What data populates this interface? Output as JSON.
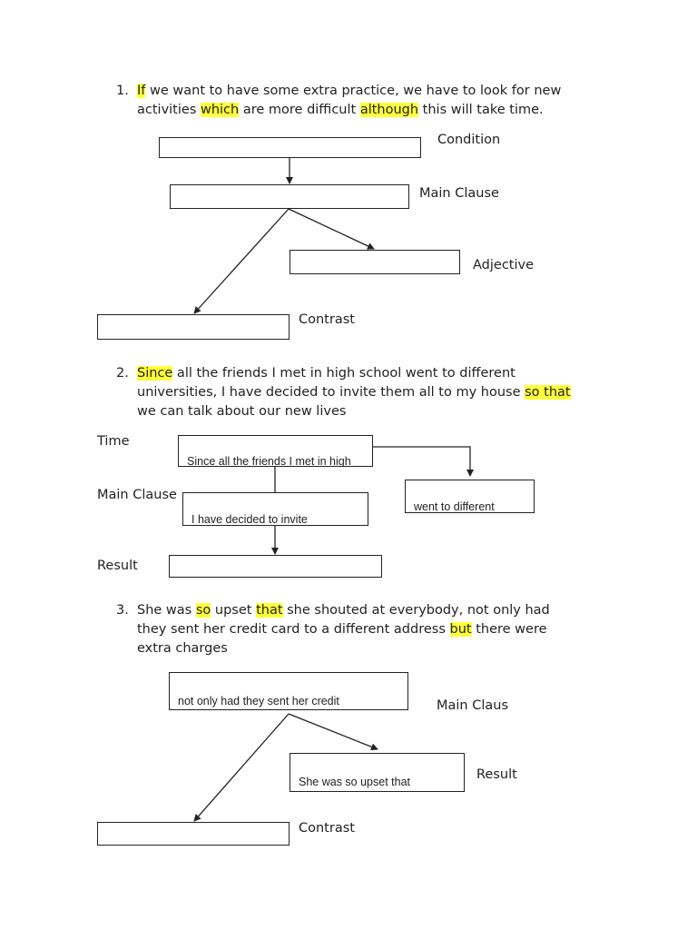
{
  "items": [
    {
      "number": "1.",
      "line1": {
        "hl1": "If",
        "t1": " we want to have some extra practice, we have to look for new"
      },
      "line2": {
        "t1": "activities ",
        "hl1": "which",
        "t2": " are more difficult ",
        "hl2": "although",
        "t3": " this will take time."
      },
      "labels": {
        "condition": "Condition",
        "main": "Main Clause",
        "adjective": "Adjective",
        "contrast": "Contrast"
      }
    },
    {
      "number": "2.",
      "line1": {
        "hl1": "Since",
        "t1": " all the friends I met in high school went to different"
      },
      "line2": {
        "t1": "universities, I have decided to invite them all to my house ",
        "hl1": "so that"
      },
      "line3": {
        "t1": "we can talk about our new lives"
      },
      "labels": {
        "time": "Time",
        "main": "Main Clause",
        "result": "Result"
      },
      "boxes": {
        "time": "Since all the friends I met in high",
        "main": "I have decided to invite",
        "side": "went to different"
      }
    },
    {
      "number": "3.",
      "line1": {
        "t1": "She was ",
        "hl1": "so",
        "t2": " upset ",
        "hl2": "that",
        "t3": " she shouted at everybody, not only had"
      },
      "line2": {
        "t1": "they sent her credit card to a different address ",
        "hl1": "but",
        "t2": " there were"
      },
      "line3": {
        "t1": "extra charges"
      },
      "labels": {
        "main": "Main Claus",
        "result": "Result",
        "contrast": "Contrast"
      },
      "boxes": {
        "main": "not only had they sent her credit",
        "result": "She was so upset that"
      }
    }
  ]
}
